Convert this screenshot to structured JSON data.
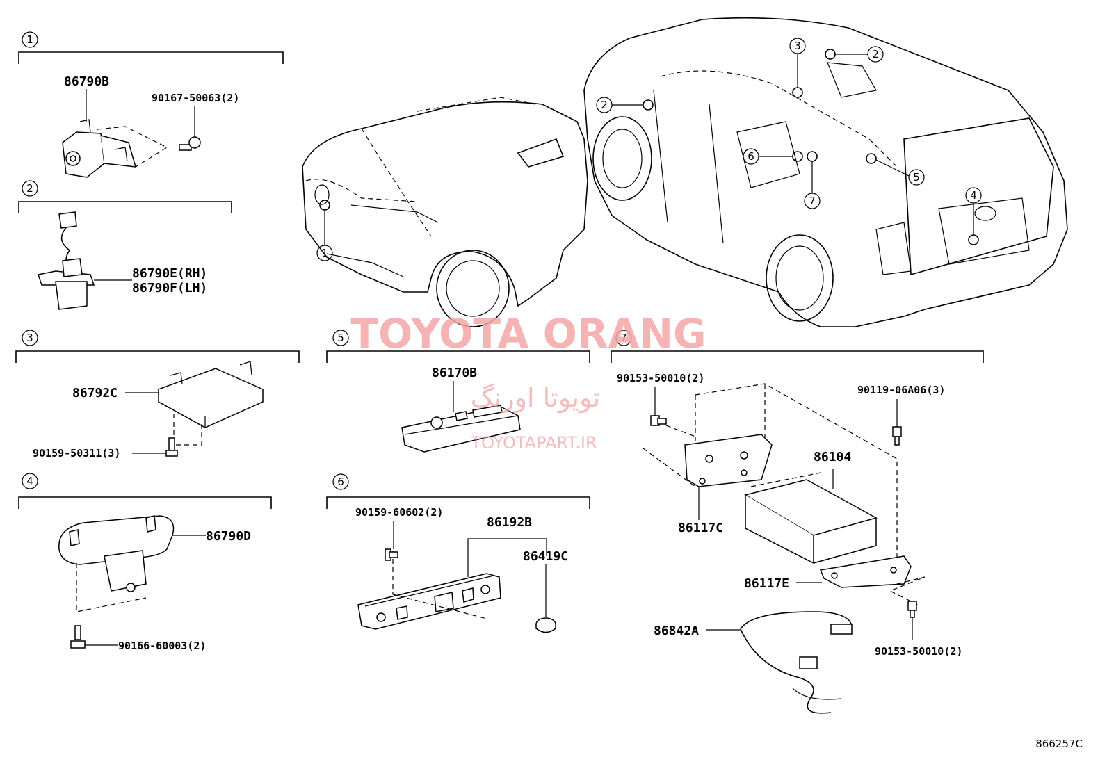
{
  "groups": [
    {
      "num": "1",
      "labels": [
        "86790B",
        "90167-50063(2)"
      ]
    },
    {
      "num": "2",
      "labels": [
        "86790E(RH)",
        "86790F(LH)"
      ]
    },
    {
      "num": "3",
      "labels": [
        "86792C",
        "90159-50311(3)"
      ]
    },
    {
      "num": "4",
      "labels": [
        "86790D",
        "90166-60003(2)"
      ]
    },
    {
      "num": "5",
      "labels": [
        "86170B"
      ]
    },
    {
      "num": "6",
      "labels": [
        "90159-60602(2)",
        "86192B",
        "86419C"
      ]
    },
    {
      "num": "7",
      "labels": [
        "90153-50010(2)",
        "90119-06A06(3)",
        "86104",
        "86117C",
        "86117E",
        "86842A",
        "90153-50010(2)"
      ]
    }
  ],
  "vehicle_markers": {
    "front": [
      "1"
    ],
    "rear": [
      "2",
      "2",
      "3",
      "4",
      "5",
      "6",
      "7"
    ]
  },
  "watermark": {
    "brand": "TOYOTA ORANG",
    "persian": "تویوتا اورنگ",
    "site": "TOYOTAPART.IR"
  },
  "diagram_code": "866257C"
}
